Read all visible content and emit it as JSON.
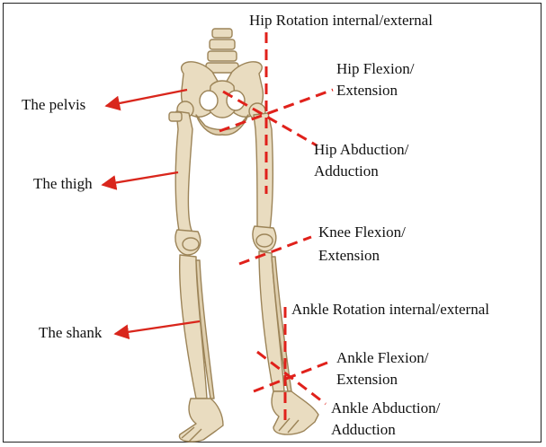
{
  "colors": {
    "arrow": "#d9261c",
    "axis_line": "#e0211b",
    "bone_fill": "#e9dcc0",
    "bone_outline": "#9c8458",
    "bone_shade": "#c9b48a",
    "text": "#111111"
  },
  "icons": {
    "pelvis": "pelvis-bone-icon",
    "femur": "femur-bone-icon",
    "shank": "tibia-fibula-bone-icon",
    "foot": "foot-bone-icon"
  },
  "labels": {
    "hip_rotation": "Hip Rotation internal/external",
    "hip_flexion_1": "Hip Flexion/",
    "hip_flexion_2": "Extension",
    "hip_abduction_1": "Hip Abduction/",
    "hip_abduction_2": "Adduction",
    "knee_flexion_1": "Knee Flexion/",
    "knee_flexion_2": "Extension",
    "ankle_rotation": "Ankle Rotation internal/external",
    "ankle_flexion_1": "Ankle Flexion/",
    "ankle_flexion_2": "Extension",
    "ankle_abduction_1": "Ankle Abduction/",
    "ankle_abduction_2": "Adduction",
    "pelvis": "The pelvis",
    "thigh": "The thigh",
    "shank": "The shank"
  }
}
